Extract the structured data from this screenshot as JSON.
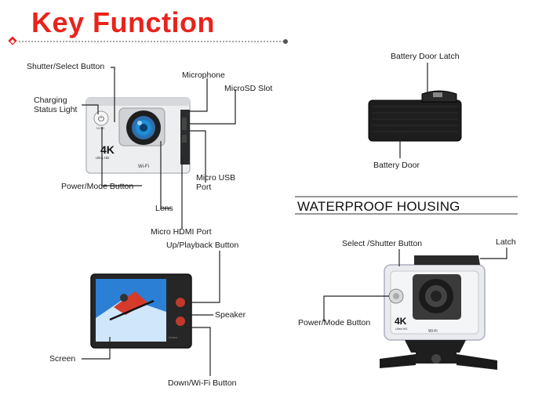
{
  "title": "Key Function",
  "labels": {
    "shutter_select": "Shutter/Select Button",
    "charging_light": "Charging\nStatus Light",
    "microphone": "Microphone",
    "microsd": "MicroSD Slot",
    "power_mode": "Power/Mode Button",
    "micro_usb": "Micro USB\nPort",
    "lens": "Lens",
    "hdmi": "Micro HDMI Port",
    "up_playback": "Up/Playback Button",
    "speaker": "Speaker",
    "screen": "Screen",
    "down_wifi": "Down/Wi-Fi Button",
    "battery_latch": "Battery Door Latch",
    "battery_door": "Battery Door",
    "housing_title": "WATERPROOF HOUSING",
    "housing_select": "Select /Shutter Button",
    "housing_latch": "Latch",
    "housing_power": "Power/Mode Button"
  },
  "camera_marks": {
    "model": "4K",
    "model_sub": "Ultra HD",
    "wifi": "Wi-Fi",
    "power_sub": "MODE"
  },
  "colors": {
    "title": "#e8231c",
    "line": "#222222",
    "camera_body": "#e9eaec",
    "lens_blue": "#1a8fd6",
    "screen_sky": "#2b7fd4"
  }
}
